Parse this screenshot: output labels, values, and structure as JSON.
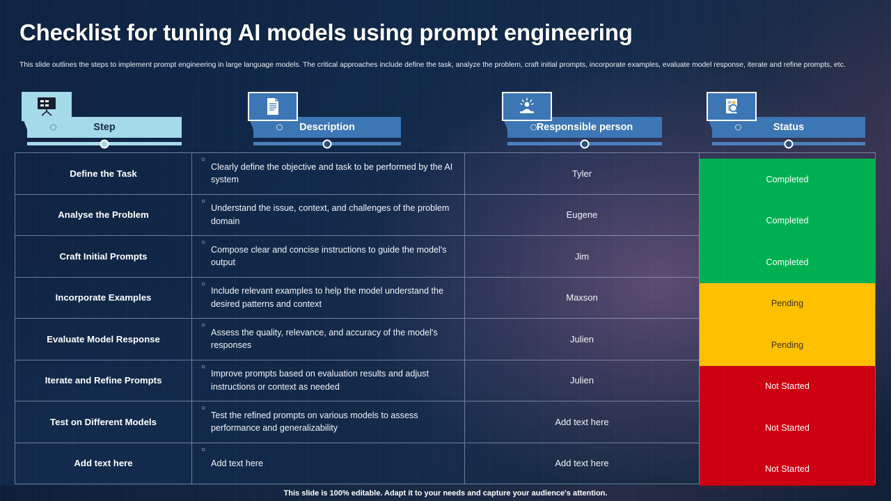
{
  "slide": {
    "title": "Checklist for tuning AI models using prompt engineering",
    "subtitle": "This slide outlines the steps to implement prompt engineering in large language models. The critical approaches include define the task, analyze the problem, craft initial prompts, incorporate examples, evaluate model response, iterate and refine prompts, etc.",
    "footer": "This slide is 100% editable. Adapt it to your needs and capture your audience's attention."
  },
  "colors": {
    "accent_light": "#a5dae9",
    "accent_dark": "#3c76b4",
    "completed": "#00b050",
    "pending": "#ffc000",
    "not_started": "#cc0011",
    "background": "#122440"
  },
  "headers": [
    {
      "label": "Step",
      "icon": "presentation-board-icon",
      "style": "light"
    },
    {
      "label": "Description",
      "icon": "document-icon",
      "style": "dark"
    },
    {
      "label": "Responsible person",
      "icon": "person-service-icon",
      "style": "dark"
    },
    {
      "label": "Status",
      "icon": "report-search-icon",
      "style": "dark"
    }
  ],
  "rows": [
    {
      "step": "Define the Task",
      "description": "Clearly define the objective and task to be performed by the AI system",
      "person": "Tyler",
      "status": "Completed",
      "status_key": "completed"
    },
    {
      "step": "Analyse the Problem",
      "description": "Understand the issue, context, and challenges of the problem domain",
      "person": "Eugene",
      "status": "Completed",
      "status_key": "completed"
    },
    {
      "step": "Craft Initial Prompts",
      "description": "Compose clear and concise instructions to guide the model's output",
      "person": "Jim",
      "status": "Completed",
      "status_key": "completed"
    },
    {
      "step": "Incorporate Examples",
      "description": "Include relevant examples to help the model understand the desired patterns and context",
      "person": "Maxson",
      "status": "Pending",
      "status_key": "pending"
    },
    {
      "step": "Evaluate Model Response",
      "description": "Assess the quality, relevance, and accuracy of the model's responses",
      "person": "Julien",
      "status": "Pending",
      "status_key": "pending"
    },
    {
      "step": "Iterate and Refine Prompts",
      "description": "Improve prompts based on evaluation results and adjust instructions or context as needed",
      "person": "Julien",
      "status": "Not Started",
      "status_key": "notstarted"
    },
    {
      "step": "Test on Different Models",
      "description": "Test the refined prompts on various models to assess performance and generalizability",
      "person": "Add text here",
      "status": "Not Started",
      "status_key": "notstarted"
    },
    {
      "step": "Add text here",
      "description": "Add text here",
      "person": "Add text here",
      "status": "Not Started",
      "status_key": "notstarted"
    }
  ],
  "bullet_glyph": "○"
}
